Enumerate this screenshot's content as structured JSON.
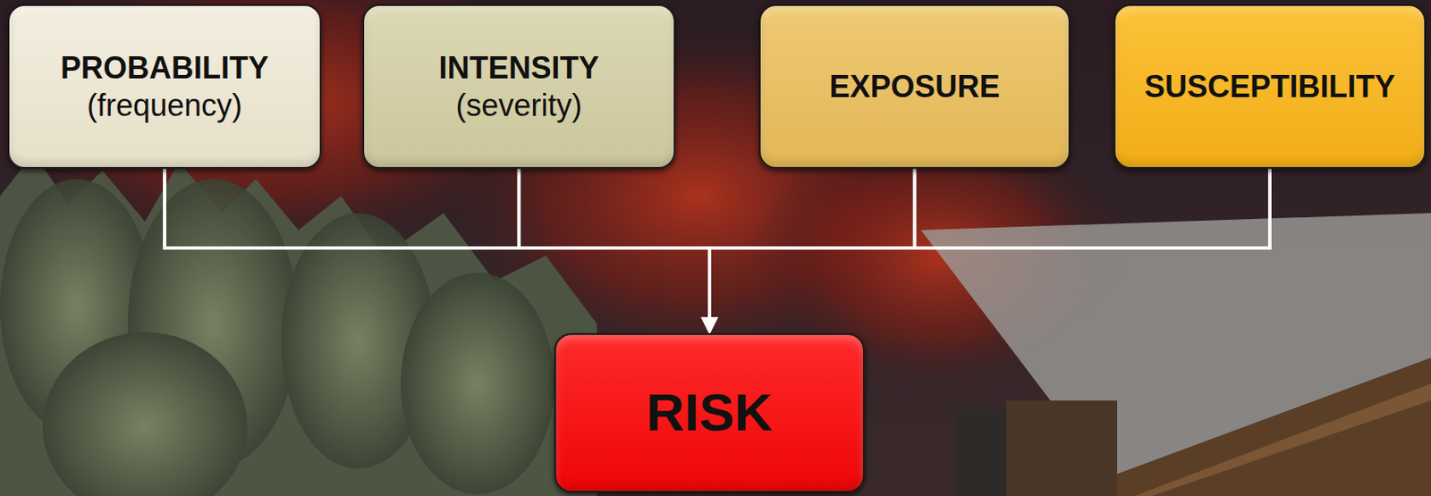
{
  "diagram": {
    "nodes": [
      {
        "text": [
          "PROBABILITY",
          "(frequency)"
        ]
      },
      {
        "text": [
          "INTENSITY",
          "(severity)"
        ]
      },
      {
        "text": [
          "EXPOSURE"
        ]
      },
      {
        "text": [
          "SUSCEPTIBILITY"
        ]
      },
      {
        "text": [
          "RISK"
        ]
      }
    ],
    "edges": [
      {
        "from": 0,
        "to": 4,
        "arrow": "to"
      },
      {
        "from": 1,
        "to": 4,
        "arrow": "to"
      },
      {
        "from": 2,
        "to": 4,
        "arrow": "to"
      },
      {
        "from": 3,
        "to": 4,
        "arrow": "to"
      }
    ]
  }
}
